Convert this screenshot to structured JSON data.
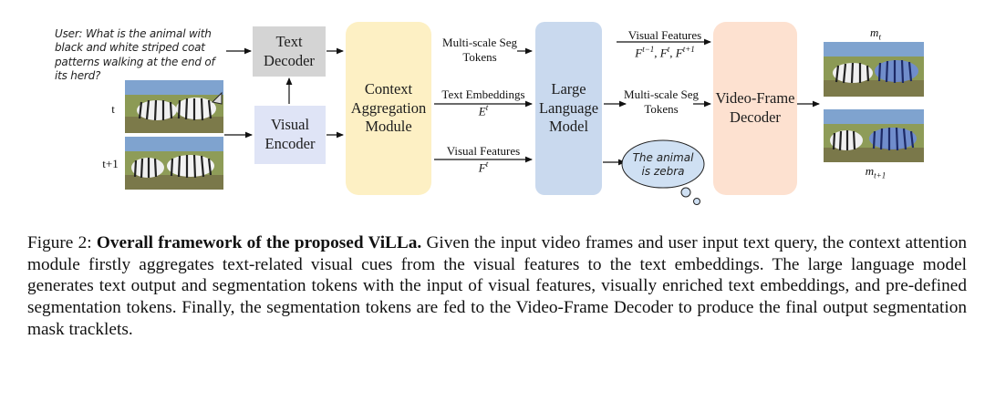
{
  "diagram": {
    "user_query": "User:  What is the animal with black and white striped coat patterns walking at the end of its herd?",
    "frame_labels": {
      "t": "t",
      "t1": "t+1"
    },
    "output_labels": {
      "top": "m",
      "top_sub": "t",
      "bottom": "m",
      "bottom_sub": "t+1"
    },
    "boxes": {
      "text_decoder": "Text Decoder",
      "visual_encoder": "Visual Encoder",
      "context_aggregation": "Context Aggregation Module",
      "llm": "Large Language Model",
      "video_frame_decoder": "Video-Frame Decoder"
    },
    "edge_labels": {
      "multi_scale_seg_left": "Multi-scale Seg Tokens",
      "text_embeddings": "Text Embeddings",
      "text_embeddings_math": "E",
      "text_embeddings_sup": "t",
      "visual_features_left": "Visual Features",
      "visual_features_left_math": "F",
      "visual_features_left_sup": "t",
      "visual_features_right": "Visual Features",
      "visual_features_right_math": "F",
      "visual_features_right_sup1": "t−1",
      "visual_features_right_sup2": "t",
      "visual_features_right_sup3": "t+1",
      "multi_scale_seg_right": "Multi-scale Seg Tokens"
    },
    "bubble": "The animal is zebra",
    "colors": {
      "text_decoder": "#d4d4d4",
      "visual_encoder": "#dfe4f6",
      "context_aggregation": "#fdf0c4",
      "llm": "#c9d9ee",
      "video_frame_decoder": "#fde1d0"
    }
  },
  "caption": {
    "prefix": "Figure 2: ",
    "bold": "Overall framework of the proposed ViLLa.",
    "body": " Given the input video frames and user input text query, the context attention module firstly aggregates text-related visual cues from the visual features to the text embeddings. The large language model generates text output and segmentation tokens with the input of visual features, visually enriched text embeddings, and pre-defined segmentation tokens. Finally, the segmentation tokens are fed to the Video-Frame Decoder to produce the final output segmentation mask tracklets."
  }
}
